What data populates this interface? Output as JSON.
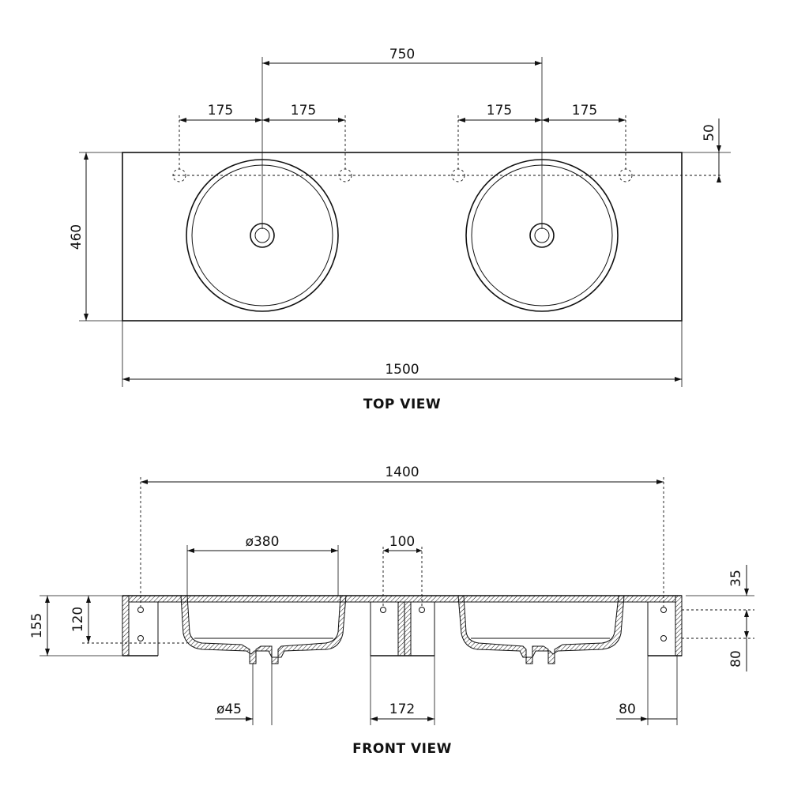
{
  "top_view": {
    "label": "TOP VIEW",
    "dims": {
      "overall_width": "1500",
      "depth": "460",
      "basin_centers": "750",
      "tap_left_a": "175",
      "tap_left_b": "175",
      "tap_right_a": "175",
      "tap_right_b": "175",
      "tap_setback": "50"
    }
  },
  "front_view": {
    "label": "FRONT VIEW",
    "dims": {
      "bracket_span": "1400",
      "basin_diameter": "ø380",
      "bracket_gap": "100",
      "overall_height": "155",
      "bracket_height": "120",
      "top_offset": "35",
      "hole_spacing": "80",
      "waste_diameter": "ø45",
      "center_support": "172",
      "end_support": "80"
    }
  }
}
